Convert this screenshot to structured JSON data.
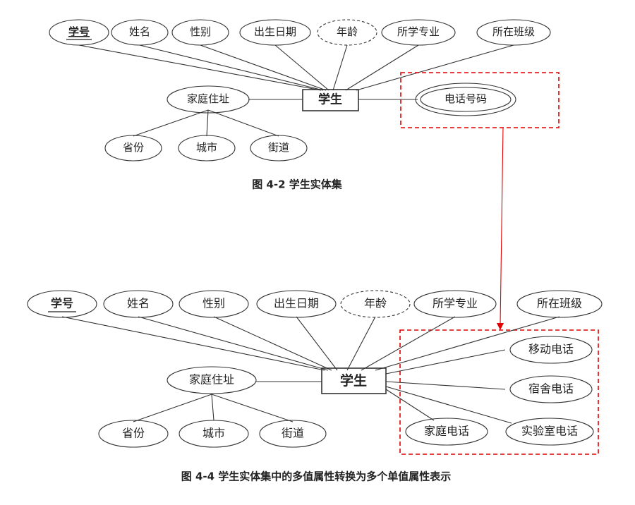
{
  "figure1": {
    "caption": "图 4-2   学生实体集",
    "entity": "学生",
    "attributes": {
      "id": "学号",
      "name": "姓名",
      "gender": "性别",
      "birthdate": "出生日期",
      "age": "年龄",
      "major": "所学专业",
      "class": "所在班级",
      "address": "家庭住址",
      "province": "省份",
      "city": "城市",
      "street": "街道",
      "phone": "电话号码"
    }
  },
  "figure2": {
    "caption": "图 4-4   学生实体集中的多值属性转换为多个单值属性表示",
    "entity": "学生",
    "attributes": {
      "id": "学号",
      "name": "姓名",
      "gender": "性别",
      "birthdate": "出生日期",
      "age": "年龄",
      "major": "所学专业",
      "class": "所在班级",
      "address": "家庭住址",
      "province": "省份",
      "city": "城市",
      "street": "街道",
      "mobile": "移动电话",
      "dorm_phone": "宿舍电话",
      "home_phone": "家庭电话",
      "lab_phone": "实验室电话"
    }
  },
  "colors": {
    "line": "#333333",
    "highlight": "#e00000"
  }
}
